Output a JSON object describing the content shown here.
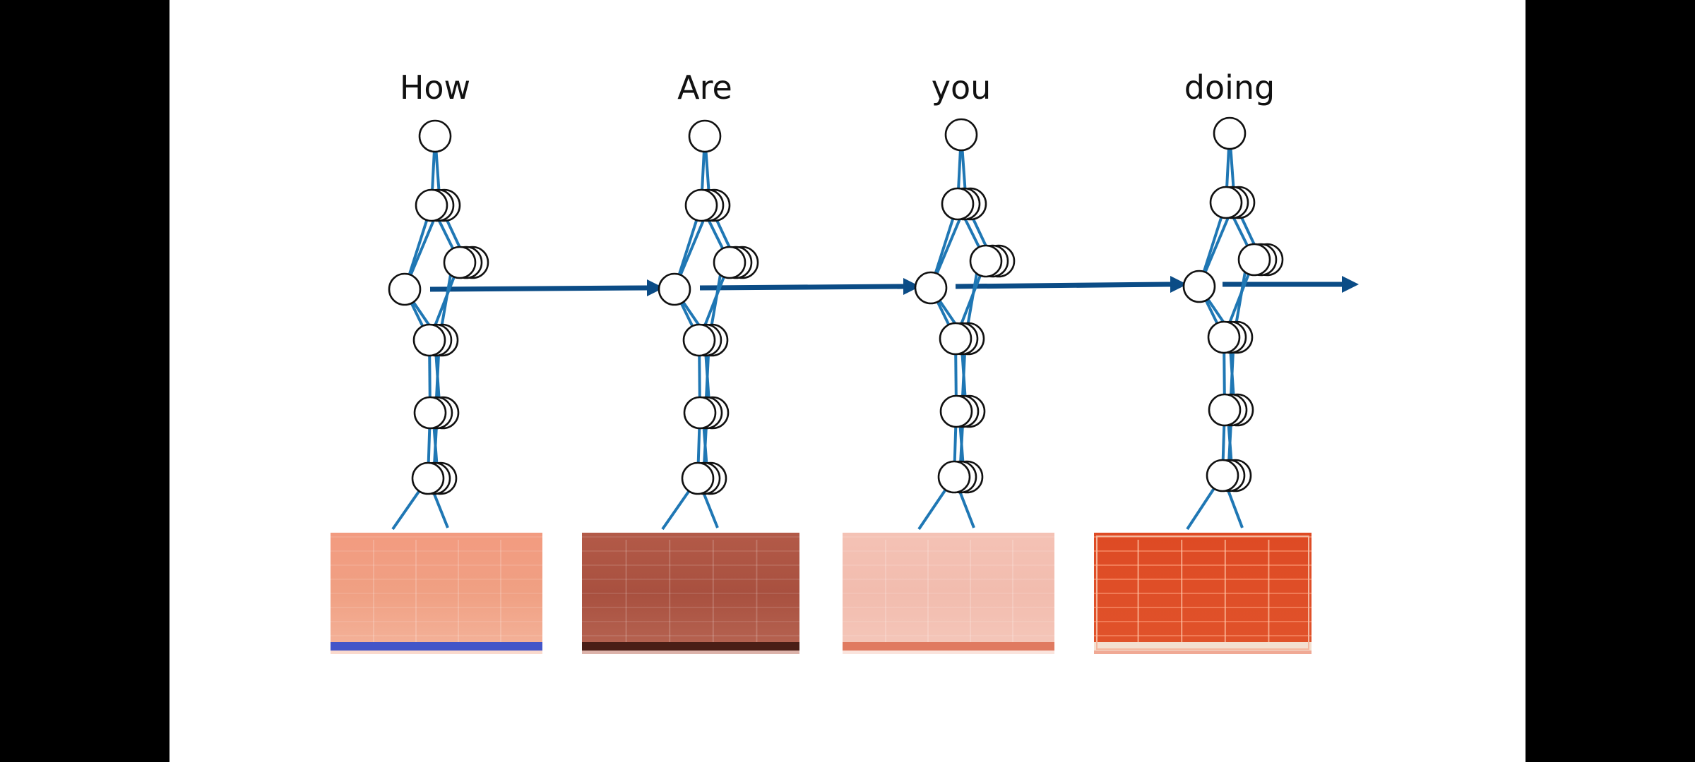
{
  "words": [
    "How",
    "Are",
    "you",
    "doing"
  ],
  "colors": {
    "background": "#ffffff",
    "letterbox": "#000000",
    "network_edges": "#1f77b4",
    "recurrent_arrow": "#0b4c86",
    "spectrogram_1": "#f0977a",
    "spectrogram_2": "#b86050",
    "spectrogram_3": "#f4c0b2",
    "spectrogram_4": "#e04a24",
    "spectrogram_1_band": "#4455cc"
  }
}
